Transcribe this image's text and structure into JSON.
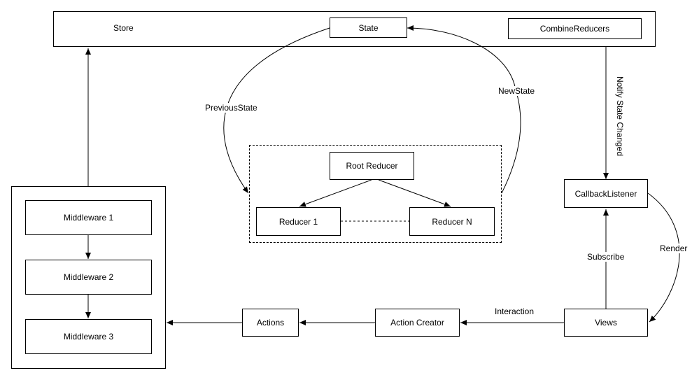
{
  "diagram": {
    "store": {
      "label": "Store"
    },
    "state": {
      "label": "State"
    },
    "combine_reducers": {
      "label": "CombineReducers"
    },
    "root_reducer": {
      "label": "Root Reducer"
    },
    "reducer_1": {
      "label": "Reducer 1"
    },
    "reducer_n": {
      "label": "Reducer N"
    },
    "middlewares": [
      {
        "label": "Middleware 1"
      },
      {
        "label": "Middleware 2"
      },
      {
        "label": "Middleware 3"
      }
    ],
    "actions": {
      "label": "Actions"
    },
    "action_creator": {
      "label": "Action Creator"
    },
    "views": {
      "label": "Views"
    },
    "callback_listener": {
      "label": "CallbackListener"
    },
    "edges": {
      "previous_state": "PreviousState",
      "new_state": "NewState",
      "notify_state_changed": "Notify State Changed",
      "render": "Render",
      "subscribe": "Subscribe",
      "interaction": "Interaction"
    }
  }
}
